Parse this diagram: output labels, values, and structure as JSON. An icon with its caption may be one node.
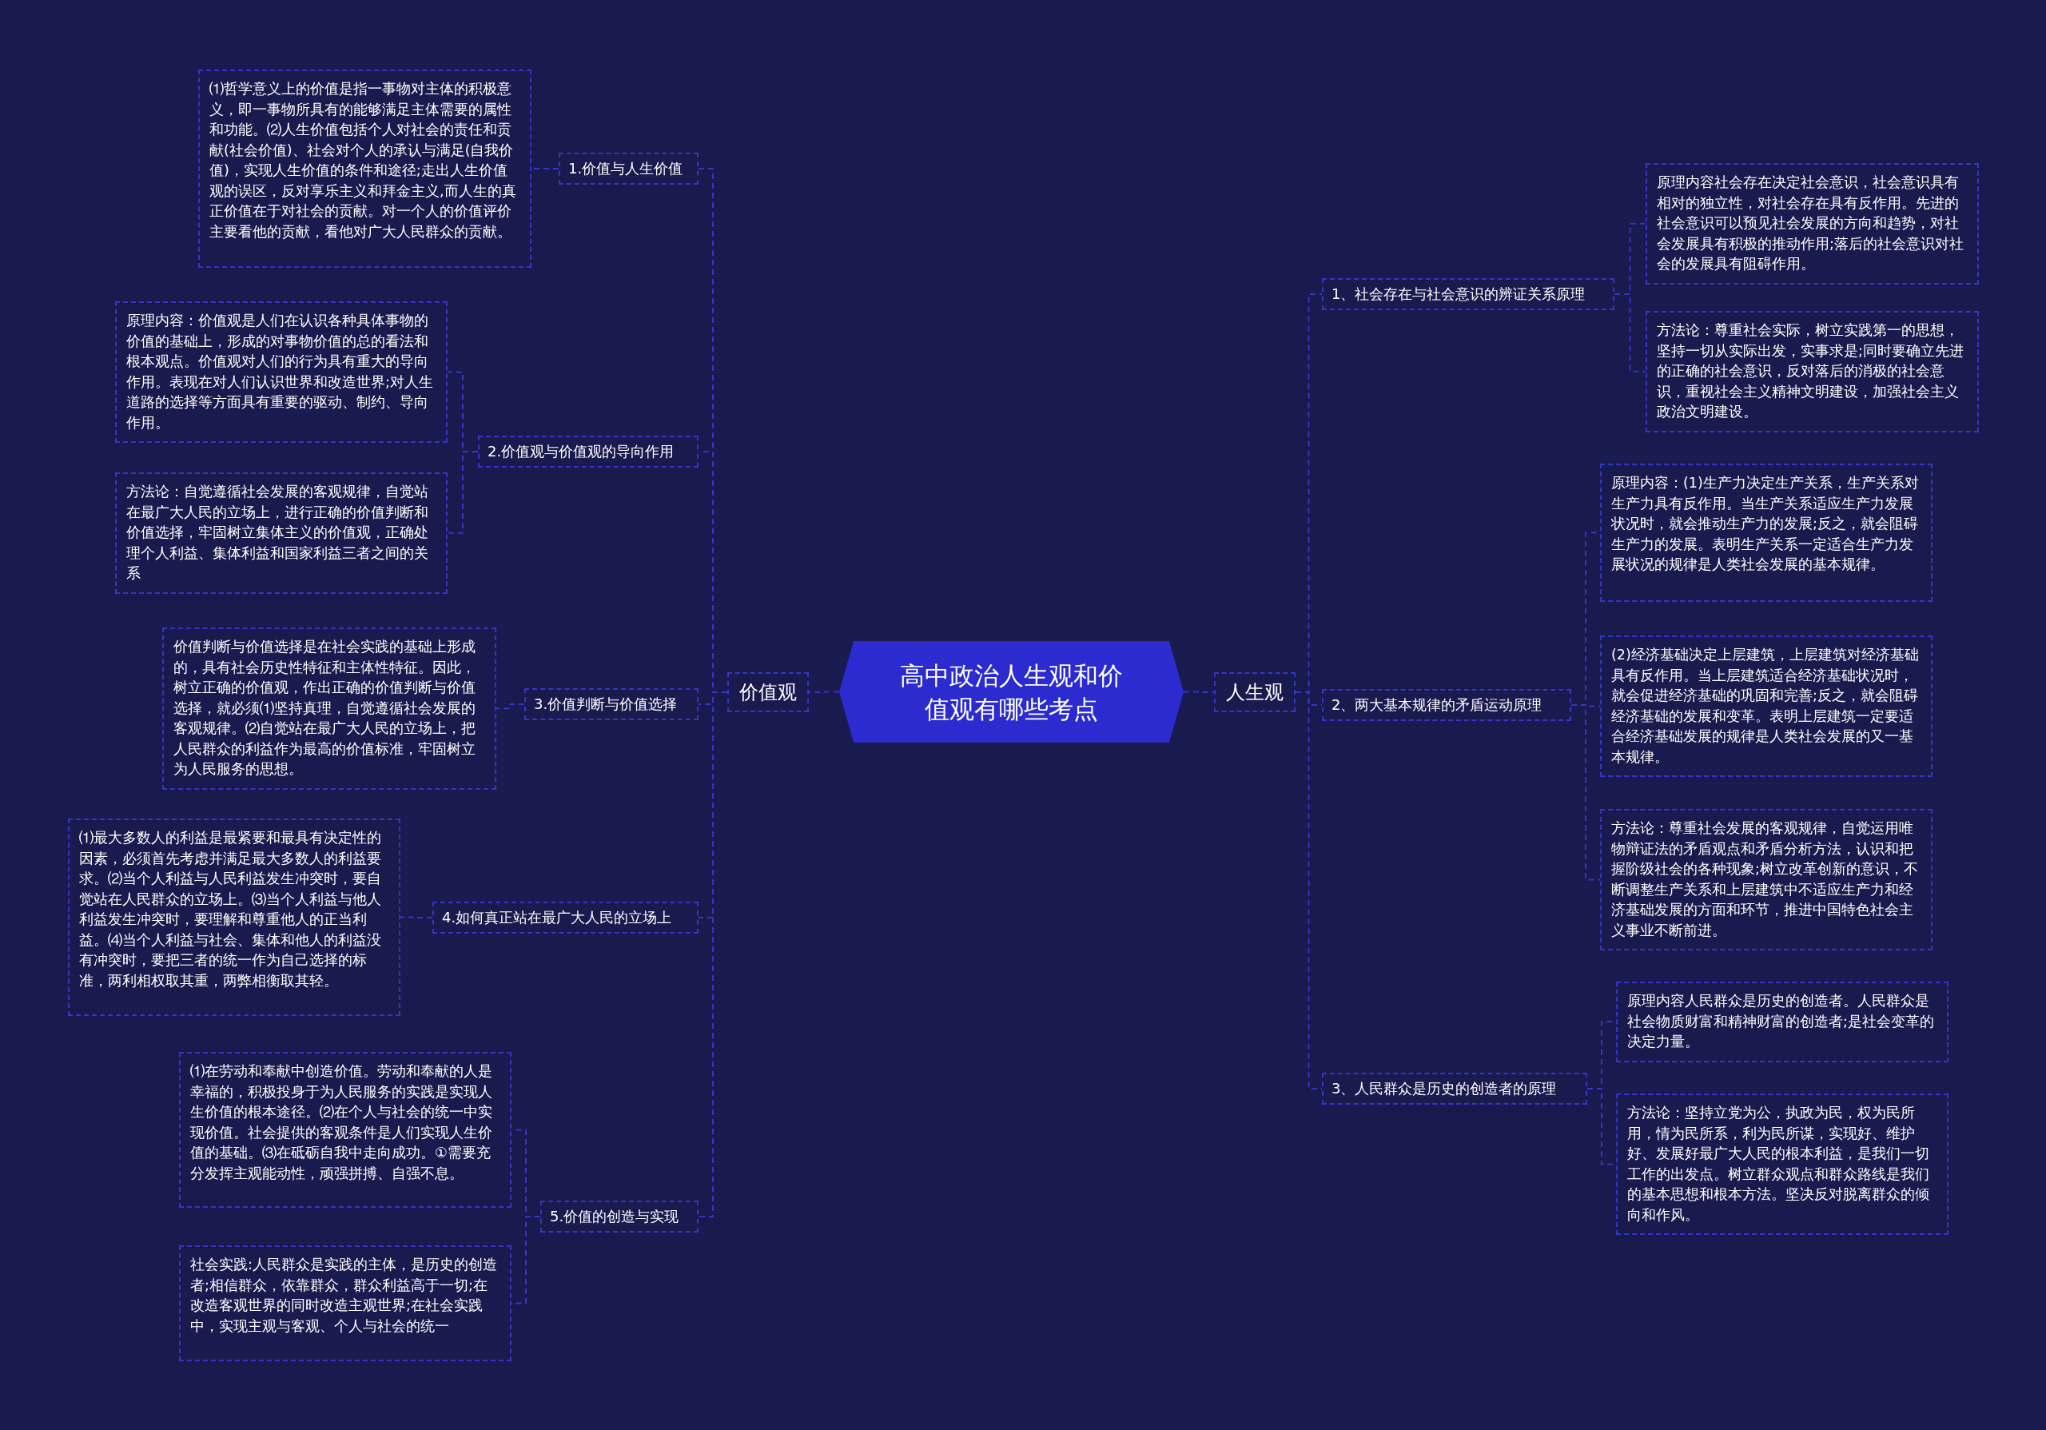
{
  "diagram": {
    "nodes": [
      {
        "text": [
          "高中政治人生观和价值观有哪些考点"
        ]
      },
      {
        "text": [
          "价值观"
        ]
      },
      {
        "text": [
          "人生观"
        ]
      },
      {
        "text": [
          "1.价值与人生价值"
        ]
      },
      {
        "text": [
          "⑴哲学意义上的价值是指一事物对主体的积极意义，即一事物所具有的能够满足主体需要的属性和功能。⑵人生价值包括个人对社会的责任和贡献(社会价值)、社会对个人的承认与满足(自我价值)，实现人生价值的条件和途径;走出人生价值观的误区，反对享乐主义和拜金主义,而人生的真正价值在于对社会的贡献。对一个人的价值评价主要看他的贡献，看他对广大人民群众的贡献。"
        ]
      },
      {
        "text": [
          "2.价值观与价值观的导向作用"
        ]
      },
      {
        "text": [
          "原理内容：价值观是人们在认识各种具体事物的价值的基础上，形成的对事物价值的总的看法和根本观点。价值观对人们的行为具有重大的导向作用。表现在对人们认识世界和改造世界;对人生道路的选择等方面具有重要的驱动、制约、导向作用。"
        ]
      },
      {
        "text": [
          "方法论：自觉遵循社会发展的客观规律，自觉站在最广大人民的立场上，进行正确的价值判断和价值选择，牢固树立集体主义的价值观，正确处理个人利益、集体利益和国家利益三者之间的关系"
        ]
      },
      {
        "text": [
          "3.价值判断与价值选择"
        ]
      },
      {
        "text": [
          "价值判断与价值选择是在社会实践的基础上形成的，具有社会历史性特征和主体性特征。因此，树立正确的价值观，作出正确的价值判断与价值选择，就必须⑴坚持真理，自觉遵循社会发展的客观规律。⑵自觉站在最广大人民的立场上，把人民群众的利益作为最高的价值标准，牢固树立为人民服务的思想。"
        ]
      },
      {
        "text": [
          "4.如何真正站在最广大人民的立场上"
        ]
      },
      {
        "text": [
          "⑴最大多数人的利益是最紧要和最具有决定性的因素，必须首先考虑并满足最大多数人的利益要求。⑵当个人利益与人民利益发生冲突时，要自觉站在人民群众的立场上。⑶当个人利益与他人利益发生冲突时，要理解和尊重他人的正当利益。⑷当个人利益与社会、集体和他人的利益没有冲突时，要把三者的统一作为自己选择的标准，两利相权取其重，两弊相衡取其轻。"
        ]
      },
      {
        "text": [
          "5.价值的创造与实现"
        ]
      },
      {
        "text": [
          "⑴在劳动和奉献中创造价值。劳动和奉献的人是幸福的，积极投身于为人民服务的实践是实现人生价值的根本途径。⑵在个人与社会的统一中实现价值。社会提供的客观条件是人们实现人生价值的基础。⑶在砥砺自我中走向成功。①需要充分发挥主观能动性，顽强拼搏、自强不息。"
        ]
      },
      {
        "text": [
          "社会实践:人民群众是实践的主体，是历史的创造者;相信群众，依靠群众，群众利益高于一切;在改造客观世界的同时改造主观世界;在社会实践中，实现主观与客观、个人与社会的统一"
        ]
      },
      {
        "text": [
          "1、社会存在与社会意识的辨证关系原理"
        ]
      },
      {
        "text": [
          "原理内容社会存在决定社会意识，社会意识具有相对的独立性，对社会存在具有反作用。先进的社会意识可以预见社会发展的方向和趋势，对社会发展具有积极的推动作用;落后的社会意识对社会的发展具有阻碍作用。"
        ]
      },
      {
        "text": [
          "方法论：尊重社会实际，树立实践第一的思想，坚持一切从实际出发，实事求是;同时要确立先进的正确的社会意识，反对落后的消极的社会意识，重视社会主义精神文明建设，加强社会主义政治文明建设。"
        ]
      },
      {
        "text": [
          "2、两大基本规律的矛盾运动原理"
        ]
      },
      {
        "text": [
          "原理内容：(1)生产力决定生产关系，生产关系对生产力具有反作用。当生产关系适应生产力发展状况时，就会推动生产力的发展;反之，就会阻碍生产力的发展。表明生产关系一定适合生产力发展状况的规律是人类社会发展的基本规律。"
        ]
      },
      {
        "text": [
          "(2)经济基础决定上层建筑，上层建筑对经济基础具有反作用。当上层建筑适合经济基础状况时，就会促进经济基础的巩固和完善;反之，就会阻碍经济基础的发展和变革。表明上层建筑一定要适合经济基础发展的规律是人类社会发展的又一基本规律。"
        ]
      },
      {
        "text": [
          "方法论：尊重社会发展的客观规律，自觉运用唯物辩证法的矛盾观点和矛盾分析方法，认识和把握阶级社会的各种现象;树立改革创新的意识，不断调整生产关系和上层建筑中不适应生产力和经济基础发展的方面和环节，推进中国特色社会主义事业不断前进。"
        ]
      },
      {
        "text": [
          "3、人民群众是历史的创造者的原理"
        ]
      },
      {
        "text": [
          "原理内容人民群众是历史的创造者。人民群众是社会物质财富和精神财富的创造者;是社会变革的决定力量。"
        ]
      },
      {
        "text": [
          "方法论：坚持立党为公，执政为民，权为民所用，情为民所系，利为民所谋，实现好、维护好、发展好最广大人民的根本利益，是我们一切工作的出发点。树立群众观点和群众路线是我们的基本思想和根本方法。坚决反对脱离群众的倾向和作风。"
        ]
      }
    ],
    "edges": [
      {
        "from": 0,
        "to": 1,
        "arrow": "none"
      },
      {
        "from": 0,
        "to": 2,
        "arrow": "none"
      },
      {
        "from": 1,
        "to": 3,
        "arrow": "none"
      },
      {
        "from": 1,
        "to": 5,
        "arrow": "none"
      },
      {
        "from": 1,
        "to": 8,
        "arrow": "none"
      },
      {
        "from": 1,
        "to": 10,
        "arrow": "none"
      },
      {
        "from": 1,
        "to": 12,
        "arrow": "none"
      },
      {
        "from": 3,
        "to": 4,
        "arrow": "none"
      },
      {
        "from": 5,
        "to": 6,
        "arrow": "none"
      },
      {
        "from": 5,
        "to": 7,
        "arrow": "none"
      },
      {
        "from": 8,
        "to": 9,
        "arrow": "none"
      },
      {
        "from": 10,
        "to": 11,
        "arrow": "none"
      },
      {
        "from": 12,
        "to": 13,
        "arrow": "none"
      },
      {
        "from": 12,
        "to": 14,
        "arrow": "none"
      },
      {
        "from": 2,
        "to": 15,
        "arrow": "none"
      },
      {
        "from": 2,
        "to": 18,
        "arrow": "none"
      },
      {
        "from": 2,
        "to": 22,
        "arrow": "none"
      },
      {
        "from": 15,
        "to": 16,
        "arrow": "none"
      },
      {
        "from": 15,
        "to": 17,
        "arrow": "none"
      },
      {
        "from": 18,
        "to": 19,
        "arrow": "none"
      },
      {
        "from": 18,
        "to": 20,
        "arrow": "none"
      },
      {
        "from": 18,
        "to": 21,
        "arrow": "none"
      },
      {
        "from": 22,
        "to": 23,
        "arrow": "none"
      },
      {
        "from": 22,
        "to": 24,
        "arrow": "none"
      }
    ]
  }
}
